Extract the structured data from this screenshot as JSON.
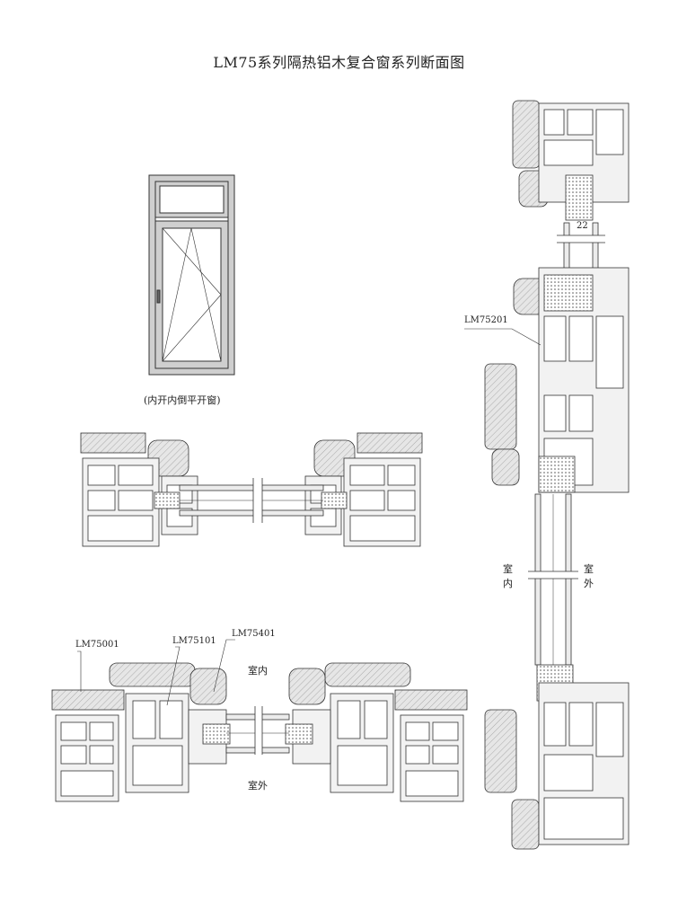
{
  "title": "LM75系列隔热铝木复合窗系列断面图",
  "window_caption": "(内开内倒平开窗)",
  "labels": {
    "lm75201": "LM75201",
    "lm75001": "LM75001",
    "lm75101": "LM75101",
    "lm75401": "LM75401",
    "indoor_top": "室内",
    "outdoor_bottom": "室外",
    "dim_22": "22",
    "vert_indoor_1": "室",
    "vert_indoor_2": "内",
    "vert_outdoor_1": "室",
    "vert_outdoor_2": "外"
  },
  "colors": {
    "line": "#333333",
    "wood": "#d9d9d9",
    "profile_fill": "#f2f2f2",
    "glass": "#ececec"
  }
}
